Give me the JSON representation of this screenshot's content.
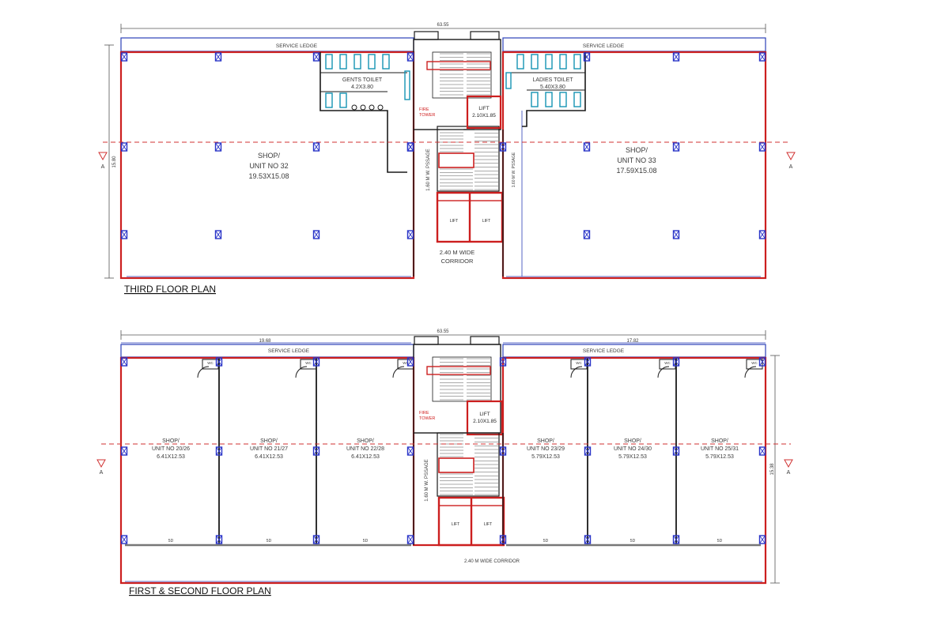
{
  "colors": {
    "outline": "#cc1f1f",
    "wall": "#1a1a1a",
    "ledge": "#2b3fb8",
    "column": "#2a35c8",
    "section": "#d03030",
    "toilet": "#1593b3"
  },
  "third_floor": {
    "title": "THIRD FLOOR PLAN",
    "overall_dim": "63.55",
    "height_dim": "15.80",
    "ledge_left": "SERVICE LEDGE",
    "ledge_right": "SERVICE LEDGE",
    "gents_toilet": "GENTS TOILET",
    "gents_toilet_size": "4.2X3.80",
    "ladies_toilet": "LADIES TOILET",
    "ladies_toilet_size": "5.40X3.80",
    "shop32_l1": "SHOP/",
    "shop32_l2": "UNIT NO 32",
    "shop32_l3": "19.53X15.08",
    "shop33_l1": "SHOP/",
    "shop33_l2": "UNIT NO 33",
    "shop33_l3": "17.59X15.08",
    "fire_tower": "FIRE\nTOWER",
    "lift_main": "LIFT",
    "lift_main_size": "2.10X1.85",
    "lift_small_a": "LIFT",
    "lift_small_b": "LIFT",
    "passage_left": "1.60 M W. PSSAGE",
    "passage_right": "1.60 M W. PSSAGE",
    "corridor_l1": "2.40 M WIDE",
    "corridor_l2": "CORRIDOR",
    "section_left": "A",
    "section_right": "A"
  },
  "first_second_floor": {
    "title": "FIRST & SECOND FLOOR PLAN",
    "overall_dim": "63.55",
    "left_dim": "19.68",
    "right_dim": "17.82",
    "height_dim": "15.38",
    "ledge_left": "SERVICE LEDGE",
    "ledge_right": "SERVICE LEDGE",
    "wc": "WC",
    "fire_tower": "FIRE\nTOWER",
    "lift_main": "LIFT",
    "lift_main_size": "2.10X1.85",
    "lift_small_a": "LIFT",
    "lift_small_b": "LIFT",
    "passage": "1.60 M W. PSSAGE",
    "corridor": "2.40 M WIDE CORRIDOR",
    "section_left": "A",
    "section_right": "A",
    "units": [
      {
        "l1": "SHOP/",
        "l2": "UNIT NO 20/26",
        "l3": "6.41X12.53"
      },
      {
        "l1": "SHOP/",
        "l2": "UNIT NO 21/27",
        "l3": "6.41X12.53"
      },
      {
        "l1": "SHOP/",
        "l2": "UNIT NO 22/28",
        "l3": "6.41X12.53"
      },
      {
        "l1": "SHOP/",
        "l2": "UNIT NO 23/29",
        "l3": "5.79X12.53"
      },
      {
        "l1": "SHOP/",
        "l2": "UNIT NO 24/30",
        "l3": "5.79X12.53"
      },
      {
        "l1": "SHOP/",
        "l2": "UNIT NO 25/31",
        "l3": "5.79X12.53"
      }
    ]
  }
}
